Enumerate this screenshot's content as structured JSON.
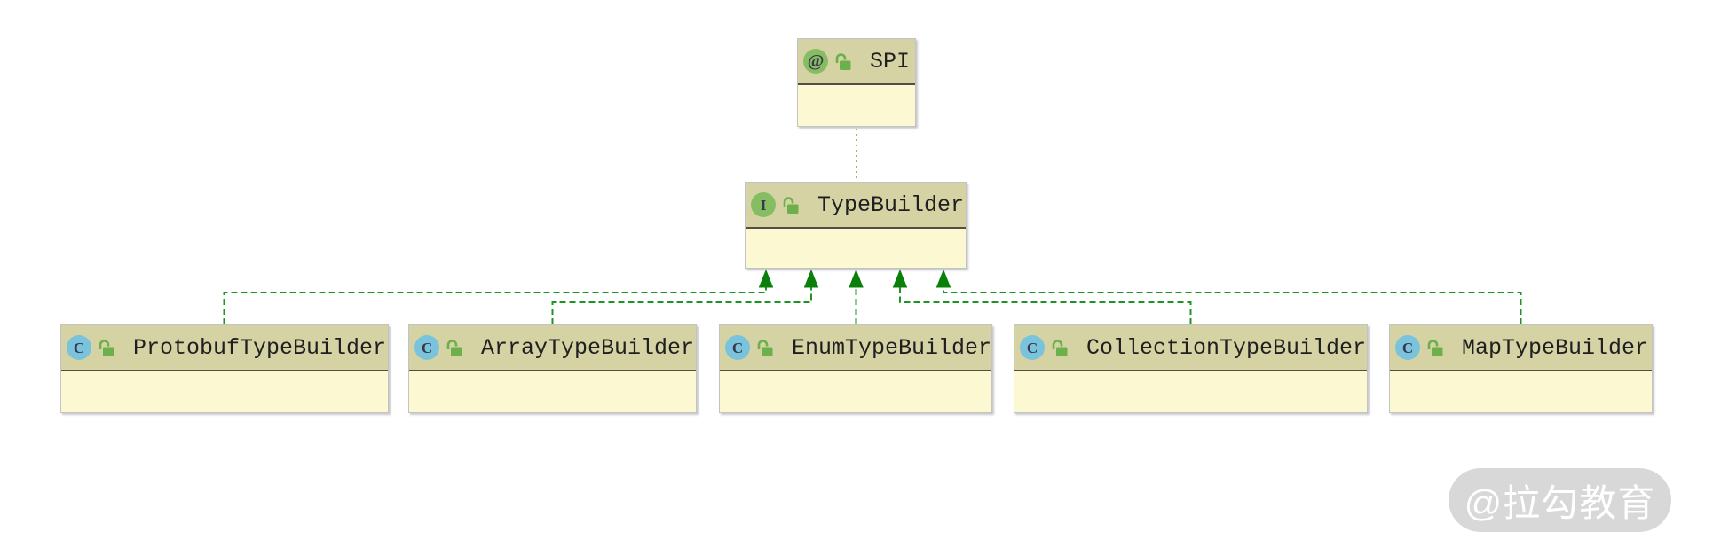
{
  "diagram": {
    "nodes": [
      {
        "name": "SPI",
        "kind": "annotation",
        "badge_letter": "@",
        "visibility": "public"
      },
      {
        "name": "TypeBuilder",
        "kind": "interface",
        "badge_letter": "I",
        "visibility": "public"
      },
      {
        "name": "ProtobufTypeBuilder",
        "kind": "class",
        "badge_letter": "C",
        "visibility": "public"
      },
      {
        "name": "ArrayTypeBuilder",
        "kind": "class",
        "badge_letter": "C",
        "visibility": "public"
      },
      {
        "name": "EnumTypeBuilder",
        "kind": "class",
        "badge_letter": "C",
        "visibility": "public"
      },
      {
        "name": "CollectionTypeBuilder",
        "kind": "class",
        "badge_letter": "C",
        "visibility": "public"
      },
      {
        "name": "MapTypeBuilder",
        "kind": "class",
        "badge_letter": "C",
        "visibility": "public"
      }
    ],
    "edges": [
      {
        "from": "SPI",
        "to": "TypeBuilder",
        "type": "annotation-link",
        "style": "dotted-olive"
      },
      {
        "from": "ProtobufTypeBuilder",
        "to": "TypeBuilder",
        "type": "implements",
        "style": "dashed-green-arrow"
      },
      {
        "from": "ArrayTypeBuilder",
        "to": "TypeBuilder",
        "type": "implements",
        "style": "dashed-green-arrow"
      },
      {
        "from": "EnumTypeBuilder",
        "to": "TypeBuilder",
        "type": "implements",
        "style": "dashed-green-arrow"
      },
      {
        "from": "CollectionTypeBuilder",
        "to": "TypeBuilder",
        "type": "implements",
        "style": "dashed-green-arrow"
      },
      {
        "from": "MapTypeBuilder",
        "to": "TypeBuilder",
        "type": "implements",
        "style": "dashed-green-arrow"
      }
    ],
    "colors": {
      "node_header_bg": "#d5d2a4",
      "node_body_bg": "#fcf9d2",
      "node_border": "#c2c3c7",
      "header_separator": "#514f46",
      "annotation_badge": "#86bd63",
      "interface_badge": "#86bd63",
      "class_badge": "#79c3dd",
      "badge_letter": "#39384a",
      "lock_green": "#6cb04c",
      "implements_edge_green": "#1d9424",
      "arrowhead_green": "#0a7f0a",
      "annotation_edge_olive": "#a9b455",
      "title_text": "#1f1f1f"
    }
  },
  "watermark": {
    "label": "@拉勾教育"
  }
}
